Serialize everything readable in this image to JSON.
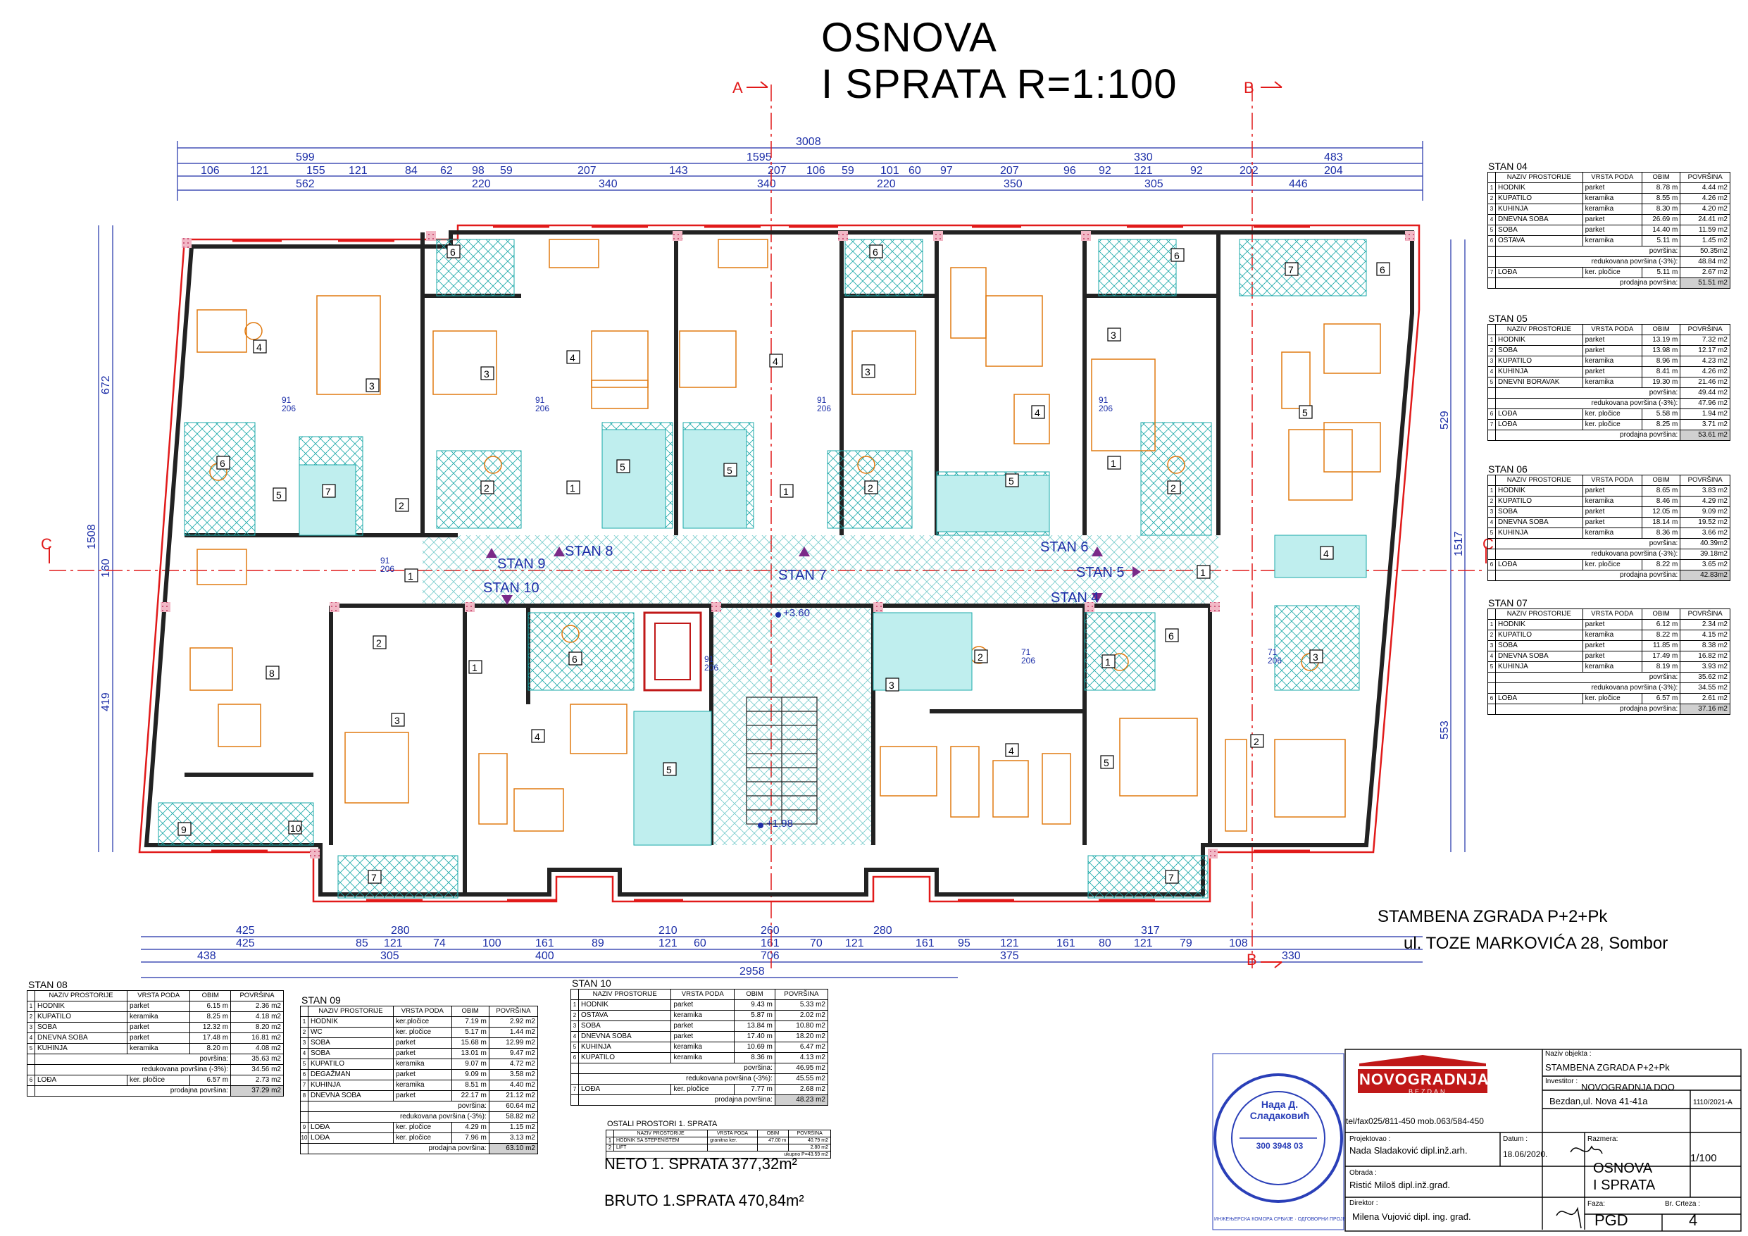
{
  "title": {
    "line1": "OSNOVA",
    "line2": "I SPRATA R=1:100"
  },
  "sections": {
    "a": "A",
    "b": "B",
    "c": "C"
  },
  "dims": {
    "total": "3008",
    "seg1": "599",
    "seg2": "1595",
    "seg3": "330",
    "seg4": "483",
    "left_h": "1508",
    "right_h": "1517",
    "bottom_total": "2958"
  },
  "stan_labels": [
    "STAN 9",
    "STAN 8",
    "STAN 10",
    "STAN 7",
    "STAN 6",
    "STAN 5",
    "STAN 4"
  ],
  "levels": [
    "+3.60",
    "+1.98"
  ],
  "project": {
    "line1": "STAMBENA  ZGRADA P+2+Pk",
    "line2": "ul. TOZE MARKOVIĆA 28, Sombor"
  },
  "headers": [
    "NAZIV PROSTORIJE",
    "VRSTA PODA",
    "OBIM",
    "POVRŠINA"
  ],
  "labels": {
    "povrsina": "površina:",
    "redukovana": "redukovana površina (-3%):",
    "prodajna": "prodajna površina:"
  },
  "stan04": {
    "title": "STAN 04",
    "rows": [
      [
        "1",
        "HODNIK",
        "parket",
        "8.78 m",
        "4.44 m2"
      ],
      [
        "2",
        "KUPATILO",
        "keramika",
        "8.55 m",
        "4.26 m2"
      ],
      [
        "3",
        "KUHINJA",
        "keramika",
        "8.30 m",
        "4.20 m2"
      ],
      [
        "4",
        "DNEVNA SOBA",
        "parket",
        "26.69 m",
        "24.41 m2"
      ],
      [
        "5",
        "SOBA",
        "parket",
        "14.40 m",
        "11.59 m2"
      ],
      [
        "6",
        "OSTAVA",
        "keramika",
        "5.11 m",
        "1.45 m2"
      ]
    ],
    "povrsina": "50.35m2",
    "redukovana": "48.84 m2",
    "loda": [
      "7",
      "LOĐA",
      "ker. pločice",
      "5.11 m",
      "2.67 m2"
    ],
    "prodajna": "51.51 m2"
  },
  "stan05": {
    "title": "STAN 05",
    "rows": [
      [
        "1",
        "HODNIK",
        "parket",
        "13.19 m",
        "7.32 m2"
      ],
      [
        "2",
        "SOBA",
        "parket",
        "13.98 m",
        "12.17 m2"
      ],
      [
        "3",
        "KUPATILO",
        "keramika",
        "8.96 m",
        "4.23 m2"
      ],
      [
        "4",
        "KUHINJA",
        "parket",
        "8.41 m",
        "4.26 m2"
      ],
      [
        "5",
        "DNEVNI BORAVAK",
        "keramika",
        "19.30 m",
        "21.46 m2"
      ]
    ],
    "povrsina": "49.44 m2",
    "redukovana": "47.96 m2",
    "loda": [
      "6",
      "LOĐA",
      "ker. pločice",
      "5.58 m",
      "1.94 m2"
    ],
    "loda2": [
      "7",
      "LOĐA",
      "ker. pločice",
      "8.25 m",
      "3.71 m2"
    ],
    "prodajna": "53.61 m2"
  },
  "stan06": {
    "title": "STAN 06",
    "rows": [
      [
        "1",
        "HODNIK",
        "parket",
        "8.65 m",
        "3.83 m2"
      ],
      [
        "2",
        "KUPATILO",
        "keramika",
        "8.46 m",
        "4.29 m2"
      ],
      [
        "3",
        "SOBA",
        "parket",
        "12.05 m",
        "9.09 m2"
      ],
      [
        "4",
        "DNEVNA SOBA",
        "parket",
        "18.14 m",
        "19.52 m2"
      ],
      [
        "5",
        "KUHINJA",
        "keramika",
        "8.36 m",
        "3.66 m2"
      ]
    ],
    "povrsina": "40.39m2",
    "redukovana": "39.18m2",
    "loda": [
      "6",
      "LOĐA",
      "ker. pločice",
      "8.22 m",
      "3.65 m2"
    ],
    "prodajna": "42.83m2"
  },
  "stan07": {
    "title": "STAN 07",
    "rows": [
      [
        "1",
        "HODNIK",
        "parket",
        "6.12 m",
        "2.34 m2"
      ],
      [
        "2",
        "KUPATILO",
        "keramika",
        "8.22 m",
        "4.15 m2"
      ],
      [
        "3",
        "SOBA",
        "parket",
        "11.85 m",
        "8.38 m2"
      ],
      [
        "4",
        "DNEVNA SOBA",
        "parket",
        "17.49 m",
        "16.82 m2"
      ],
      [
        "5",
        "KUHINJA",
        "keramika",
        "8.19 m",
        "3.93 m2"
      ]
    ],
    "povrsina": "35.62 m2",
    "redukovana": "34.55 m2",
    "loda": [
      "6",
      "LOĐA",
      "ker. pločice",
      "6.57 m",
      "2.61 m2"
    ],
    "prodajna": "37.16 m2"
  },
  "stan08": {
    "title": "STAN 08",
    "rows": [
      [
        "1",
        "HODNIK",
        "parket",
        "6.15 m",
        "2.36 m2"
      ],
      [
        "2",
        "KUPATILO",
        "keramika",
        "8.25 m",
        "4.18 m2"
      ],
      [
        "3",
        "SOBA",
        "parket",
        "12.32 m",
        "8.20 m2"
      ],
      [
        "4",
        "DNEVNA SOBA",
        "parket",
        "17.48 m",
        "16.81 m2"
      ],
      [
        "5",
        "KUHINJA",
        "keramika",
        "8.20 m",
        "4.08 m2"
      ]
    ],
    "povrsina": "35.63 m2",
    "redukovana": "34.56 m2",
    "loda": [
      "6",
      "LOĐA",
      "ker. pločice",
      "6.57 m",
      "2.73 m2"
    ],
    "prodajna": "37.29 m2"
  },
  "stan09": {
    "title": "STAN 09",
    "rows": [
      [
        "1",
        "HODNIK",
        "ker.pločice",
        "7.19 m",
        "2.92 m2"
      ],
      [
        "2",
        "WC",
        "ker. pločice",
        "5.17 m",
        "1.44 m2"
      ],
      [
        "3",
        "SOBA",
        "parket",
        "15.68 m",
        "12.99 m2"
      ],
      [
        "4",
        "SOBA",
        "parket",
        "13.01 m",
        "9.47 m2"
      ],
      [
        "5",
        "KUPATILO",
        "keramika",
        "9.07 m",
        "4.72 m2"
      ],
      [
        "6",
        "DEGAŽMAN",
        "parket",
        "9.09 m",
        "3.58 m2"
      ],
      [
        "7",
        "KUHINJA",
        "keramika",
        "8.51 m",
        "4.40 m2"
      ],
      [
        "8",
        "DNEVNA SOBA",
        "parket",
        "22.17 m",
        "21.12 m2"
      ]
    ],
    "povrsina": "60.64 m2",
    "redukovana": "58.82 m2",
    "loda": [
      "9",
      "LOĐA",
      "ker. pločice",
      "4.29 m",
      "1.15 m2"
    ],
    "loda2": [
      "10",
      "LOĐA",
      "ker. pločice",
      "7.96 m",
      "3.13 m2"
    ],
    "prodajna": "63.10 m2"
  },
  "stan10": {
    "title": "STAN 10",
    "rows": [
      [
        "1",
        "HODNIK",
        "parket",
        "9.43 m",
        "5.33 m2"
      ],
      [
        "2",
        "OSTAVA",
        "keramika",
        "5.87 m",
        "2.02 m2"
      ],
      [
        "3",
        "SOBA",
        "parket",
        "13.84 m",
        "10.80 m2"
      ],
      [
        "4",
        "DNEVNA SOBA",
        "parket",
        "17.40 m",
        "18.20 m2"
      ],
      [
        "5",
        "KUHINJA",
        "keramika",
        "10.69 m",
        "6.47 m2"
      ],
      [
        "6",
        "KUPATILO",
        "keramika",
        "8.36 m",
        "4.13 m2"
      ]
    ],
    "povrsina": "46.95 m2",
    "redukovana": "45.55 m2",
    "loda": [
      "7",
      "LOĐA",
      "ker. pločice",
      "7.77 m",
      "2.68 m2"
    ],
    "prodajna": "48.23 m2"
  },
  "ostali": {
    "title": "OSTALI PROSTORI 1. SPRATA",
    "headers": [
      "NAZIV PROSTORIJE",
      "VRSTA PODA",
      "OBIM",
      "POVRŠINA"
    ],
    "rows": [
      [
        "1",
        "HODNIK SA STEPENIŠTEM",
        "granitna ker.",
        "47.00 m",
        "40.79 m2"
      ],
      [
        "2",
        "LIFT",
        "",
        "",
        "2.80 m2"
      ]
    ],
    "ukupno": "ukupno P=43.59 m2"
  },
  "neto": "NETO 1. SPRATA  377,32m²",
  "bruto": "BRUTO 1.SPRATA  470,84m²",
  "titleblock": {
    "logo": "NOVOGRADNJA",
    "logo_sub": "BEZDAN",
    "naziv_objekta_lbl": "Naziv objekta :",
    "naziv_objekta": "STAMBENA ZGRADA P+2+Pk",
    "investitor_lbl": "Investitor :",
    "investitor": "NOVOGRADNJA DOO",
    "investitor_addr": "Bezdan,ul. Nova 41-41a",
    "code": "1110/2021-A",
    "tel": "tel/fax025/811-450 mob.063/584-450",
    "projektovao_lbl": "Projektovao :",
    "projektovao": "Nada Sladaković  dipl.inž.arh.",
    "datum_lbl": "Datum :",
    "datum": "18.06/2020.",
    "razmera_lbl": "Razmera:",
    "razmera": "1/100",
    "obrada_lbl": "Obrada :",
    "obrada": "Ristić Miloš  dipl.inž.građ.",
    "crtez": "OSNOVA",
    "crtez2": "I SPRATA",
    "direktor_lbl": "Direktor :",
    "direktor": "Milena Vujović dipl. ing. građ.",
    "faza_lbl": "Faza:",
    "faza": "PGD",
    "br_crteza_lbl": "Br. Crteza :",
    "br_crteza": "4",
    "stamp_name": "Нада Д. Сладаковић",
    "stamp_num": "300 3948 03",
    "stamp_ring": "ИНЖЕЊЕРСКА КОМОРА СРБИЈЕ · ОДГОВОРНИ ПРОЈЕКТАНТ"
  },
  "colors": {
    "wall": "#222222",
    "dim": "#1d2fa8",
    "furniture": "#e07a10",
    "tile": "#1ba9a9",
    "window": "#e11a1a",
    "axis": "#e11a1a",
    "stamp": "#2a3fb8"
  }
}
